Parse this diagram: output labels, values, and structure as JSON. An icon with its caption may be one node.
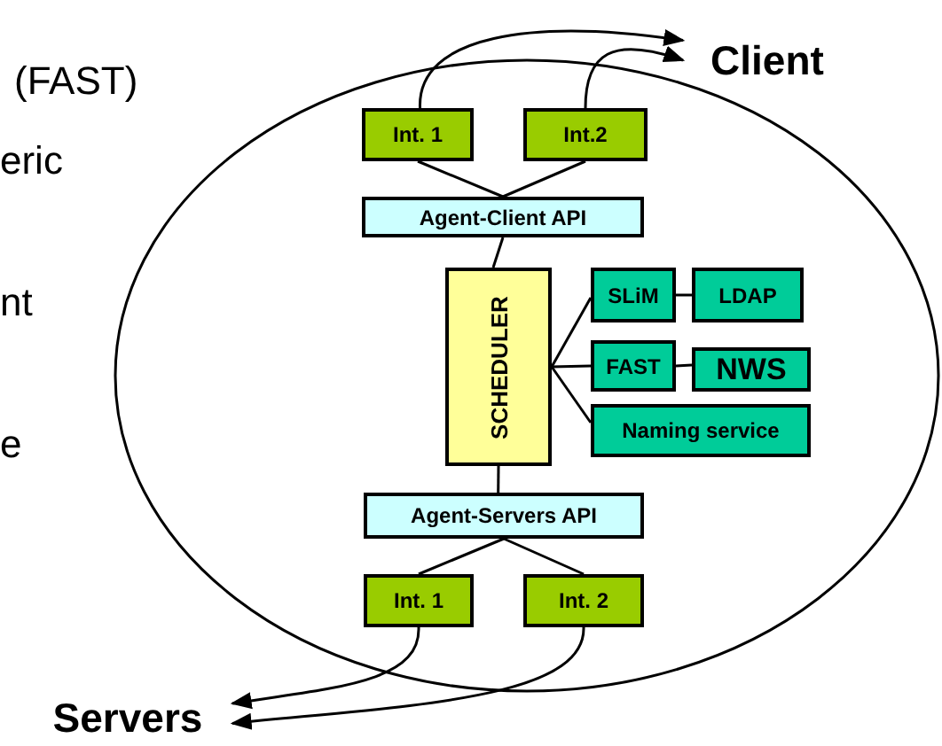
{
  "diagram": {
    "nodes": [
      {
        "text": [
          "Client"
        ]
      },
      {
        "text": [
          "Int. 1"
        ]
      },
      {
        "text": [
          "Int.2"
        ]
      },
      {
        "text": [
          "Agent-Client API"
        ]
      },
      {
        "text": [
          "SCHEDULER"
        ]
      },
      {
        "text": [
          "SLiM"
        ]
      },
      {
        "text": [
          "LDAP"
        ]
      },
      {
        "text": [
          "FAST"
        ]
      },
      {
        "text": [
          "NWS"
        ]
      },
      {
        "text": [
          "Naming service"
        ]
      },
      {
        "text": [
          "Agent-Servers API"
        ]
      },
      {
        "text": [
          "Int. 1"
        ]
      },
      {
        "text": [
          "Int. 2"
        ]
      },
      {
        "text": [
          "Servers"
        ]
      }
    ],
    "edges": [
      {
        "from": 1,
        "to": 0,
        "arrow": "to"
      },
      {
        "from": 2,
        "to": 0,
        "arrow": "to"
      },
      {
        "from": 1,
        "to": 3,
        "arrow": "none"
      },
      {
        "from": 2,
        "to": 3,
        "arrow": "none"
      },
      {
        "from": 3,
        "to": 4,
        "arrow": "none"
      },
      {
        "from": 4,
        "to": 5,
        "arrow": "none"
      },
      {
        "from": 4,
        "to": 7,
        "arrow": "none"
      },
      {
        "from": 4,
        "to": 9,
        "arrow": "none"
      },
      {
        "from": 5,
        "to": 6,
        "arrow": "none"
      },
      {
        "from": 7,
        "to": 8,
        "arrow": "none"
      },
      {
        "from": 4,
        "to": 10,
        "arrow": "none"
      },
      {
        "from": 10,
        "to": 11,
        "arrow": "none"
      },
      {
        "from": 10,
        "to": 12,
        "arrow": "none"
      },
      {
        "from": 11,
        "to": 13,
        "arrow": "to"
      },
      {
        "from": 12,
        "to": 13,
        "arrow": "to"
      }
    ],
    "labels": [
      "(FAST)",
      "eric",
      "nt",
      "e"
    ]
  }
}
